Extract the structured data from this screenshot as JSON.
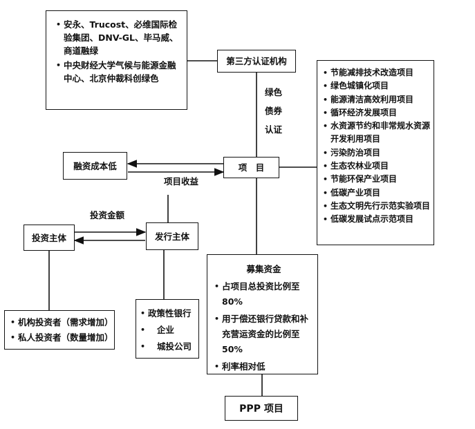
{
  "third_party": {
    "title": "第三方认证机构",
    "institutions": [
      "安永、Trucost、必维国际检验集团、DNV-GL、毕马威、商道融绿",
      "中央财经大学气候与能源金融中心、北京仲裁科创绿色"
    ]
  },
  "green_bond_cert": [
    "绿色",
    "债券",
    "认证"
  ],
  "project": {
    "title": "项　目",
    "types": [
      "节能减排技术改造项目",
      "绿色城镇化项目",
      "能源清洁高效利用项目",
      "循环经济发展项目",
      "水资源节约和非常规水资源开发利用项目",
      "污染防治项目",
      "生态农林业项目",
      "节能环保产业项目",
      "低碳产业项目",
      "生态文明先行示范实验项目",
      "低碳发展试点示范项目"
    ]
  },
  "low_cost": "融资成本低",
  "project_income": "项目收益",
  "investment_amount": "投资金额",
  "investor": {
    "title": "投资主体",
    "items": [
      "机构投资者（需求增加）",
      "私人投资者（数量增加）"
    ]
  },
  "issuer": {
    "title": "发行主体",
    "items": [
      "政策性银行",
      "企业",
      "城投公司"
    ]
  },
  "raised_funds": {
    "title": "募集资金",
    "items": [
      "占项目总投资比例至80%",
      "用于偿还银行贷款和补充营运资金的比例至50%",
      "利率相对低"
    ]
  },
  "ppp": "PPP 项目"
}
